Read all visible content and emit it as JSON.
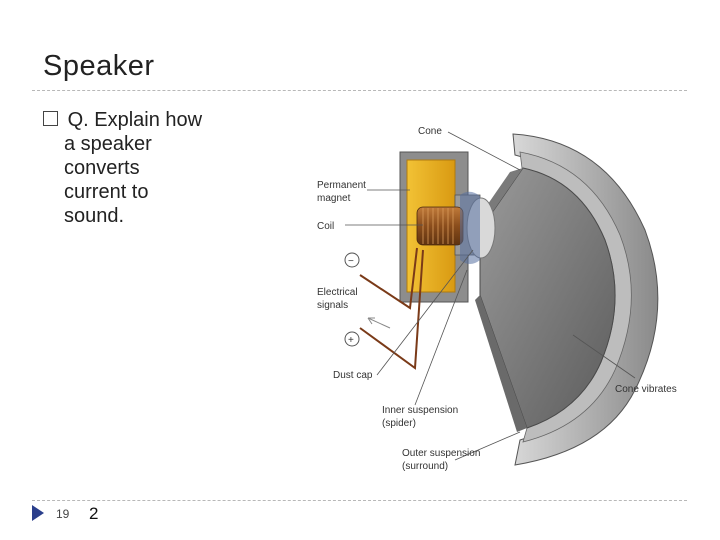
{
  "slide": {
    "title": "Speaker",
    "bullet_marker": "Q.",
    "bullet_line1": "Explain how",
    "bullet_rest": [
      "a speaker",
      "converts",
      "current to",
      "sound."
    ],
    "page_number": "19",
    "footer_text": "2"
  },
  "diagram": {
    "labels": {
      "cone": "Cone",
      "permanent_magnet": [
        "Permanent",
        "magnet"
      ],
      "coil": "Coil",
      "electrical_signals": [
        "Electrical",
        "signals"
      ],
      "dust_cap": "Dust cap",
      "inner_suspension": [
        "Inner suspension",
        "(spider)"
      ],
      "outer_suspension": [
        "Outer suspension",
        "(surround)"
      ],
      "cone_vibrates": "Cone vibrates",
      "minus": "−",
      "plus": "+"
    }
  }
}
